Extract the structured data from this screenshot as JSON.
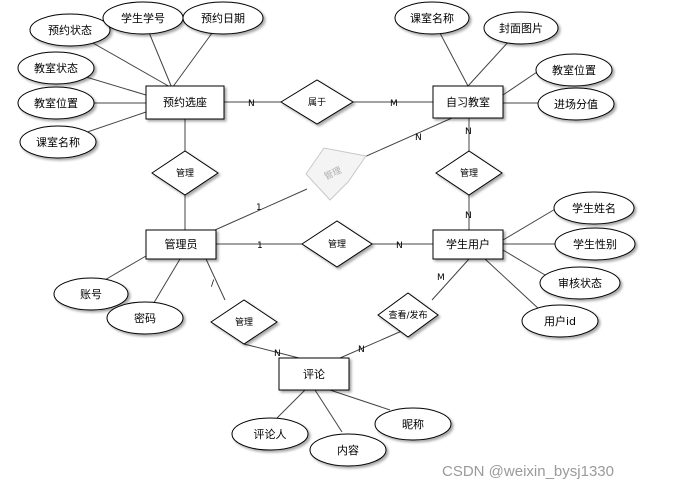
{
  "entities": {
    "booking": "预约选座",
    "study_room": "自习教室",
    "admin": "管理员",
    "student_user": "学生用户",
    "comment": "评论"
  },
  "relationships": {
    "belongs": "属于",
    "manage_booking": "管理",
    "manage_room": "管理",
    "manage_admin_user": "管理",
    "manage_comment": "管理",
    "view_publish": "查看/发布",
    "manage_faded": "管理"
  },
  "attributes": {
    "booking": [
      "预约状态",
      "学生学号",
      "预约日期",
      "教室状态",
      "教室位置",
      "课室名称"
    ],
    "study_room": [
      "课室名称",
      "封面图片",
      "教室位置",
      "进场分值"
    ],
    "student_user": [
      "学生姓名",
      "学生性别",
      "审核状态",
      "用户id"
    ],
    "admin": [
      "账号",
      "密码"
    ],
    "comment": [
      "评论人",
      "内容",
      "昵称"
    ]
  },
  "cardinalities": {
    "booking_belongs": "N",
    "belongs_room": "M",
    "room_manage_top": "N",
    "room_manage_bottom": "N",
    "room_faded": "N",
    "admin_faded": "1",
    "admin_manage_user": "1",
    "manage_user_user": "N",
    "admin_manage_comment": "/",
    "manage_comment_comment": "N",
    "comment_view": "N",
    "view_user": "M"
  },
  "watermark": "CSDN @weixin_bysj1330"
}
